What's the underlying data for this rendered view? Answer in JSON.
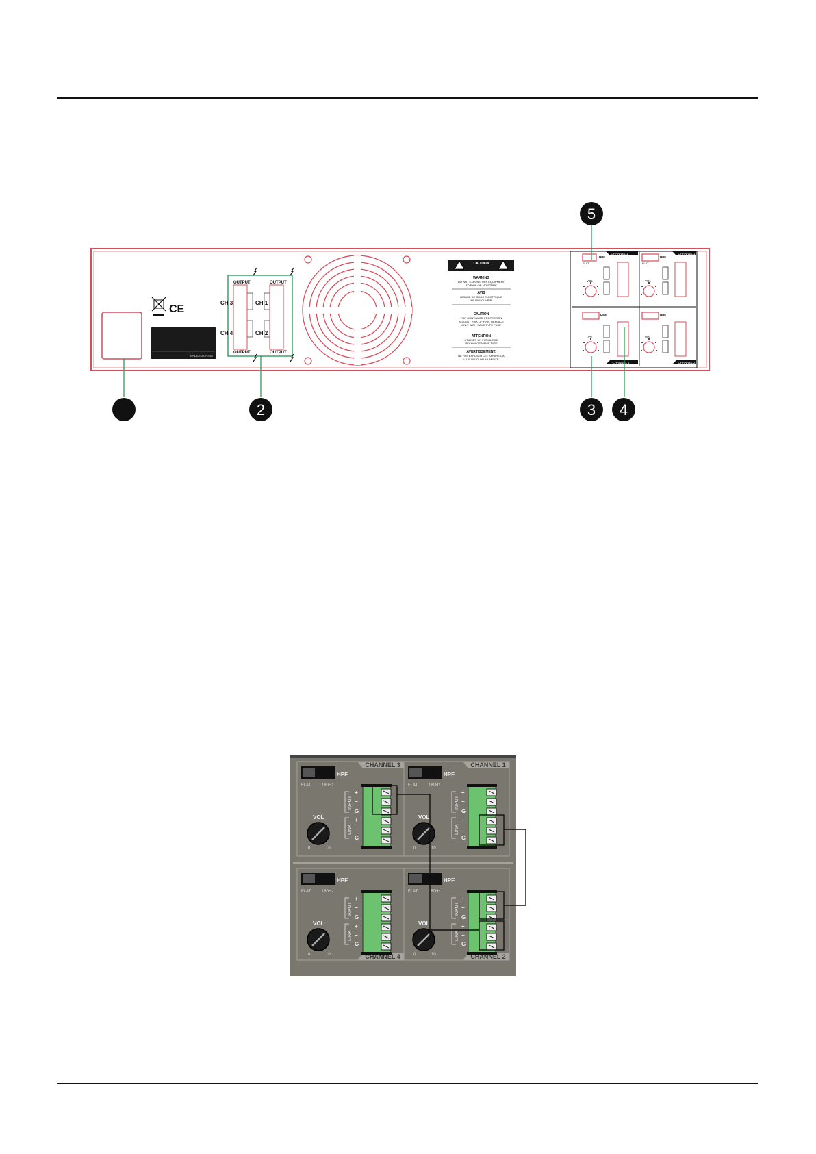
{
  "callouts": {
    "one": "",
    "two": "2",
    "three": "3",
    "four": "4",
    "five": "5"
  },
  "rear_panel": {
    "output_label": "OUTPUT",
    "ch1": "CH 1",
    "ch2": "CH 2",
    "ch3": "CH 3",
    "ch4": "CH 4",
    "made_in": "MADE IN CHINA",
    "ce": "CE",
    "caution_title": "CAUTION",
    "warning_title": "WARNING",
    "warning_text_1": "DO NOT EXPOSE THIS EQUIPMENT",
    "warning_text_2": "TO RAIN OR MOISTURE",
    "avis_title": "AVIS",
    "avis_text_1": "RISQUE DE CHOC ELECTRIQUE",
    "avis_text_2": "NE PAS OUVRIR",
    "caution2_title": "CAUTION",
    "caution2_text_1": "FOR CONTINUED PROTECTION",
    "caution2_text_2": "AGAINST RISK OF FIRE, REPLACE",
    "caution2_text_3": "ONLY WITH SAME TYPE FUSE",
    "attention_title": "ATTENTION",
    "attention_text_1": "UTILISER UN FUSIBLE DE",
    "attention_text_2": "RECHANGE MEME TYPE",
    "avert_title": "AVERTISSEMENT:",
    "avert_text_1": "NE PAS EXPOSER CET APPAREIL A",
    "avert_text_2": "LA PLUIE OU A L'HUMIDITE",
    "channel_1": "CHANNEL 1",
    "channel_2": "CHANNEL 2",
    "channel_4": "CHANNEL 4",
    "hpf": "HPF",
    "flat": "FLAT",
    "vol": "VOL"
  },
  "detail_panel": {
    "channel_1": "CHANNEL 1",
    "channel_2": "CHANNEL 2",
    "channel_3": "CHANNEL 3",
    "channel_4": "CHANNEL 4",
    "hpf": "HPF",
    "flat": "FLAT",
    "hz": "180Hz",
    "vol": "VOL",
    "scale_min": "0",
    "scale_max": "10",
    "input": "INPUT",
    "link": "LINK",
    "plus": "+",
    "minus": "−",
    "ground": "G"
  }
}
